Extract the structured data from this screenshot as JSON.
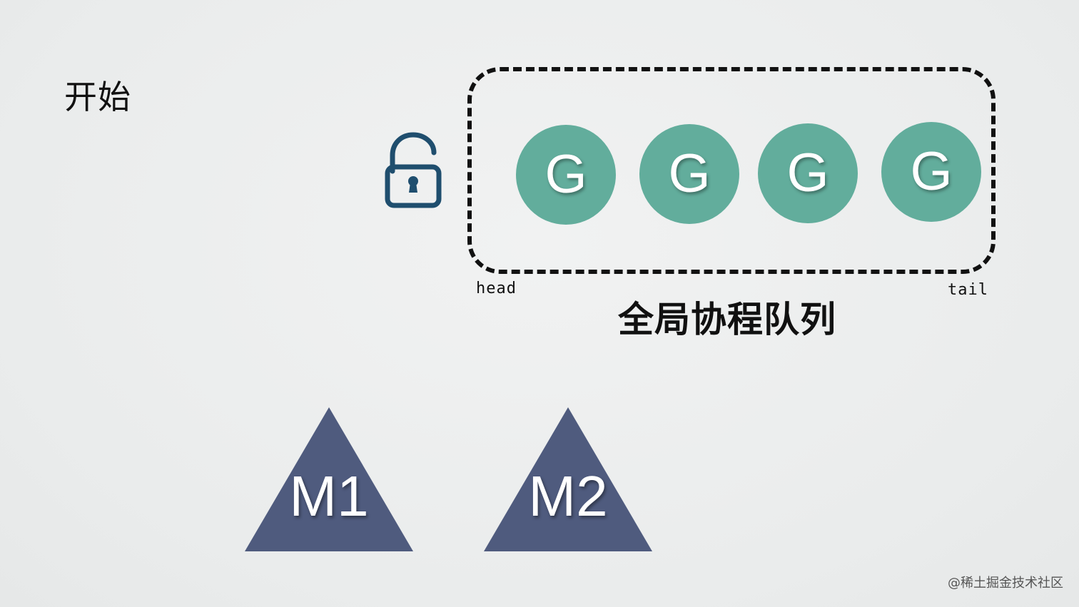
{
  "step_label": "开始",
  "queue": {
    "title": "全局协程队列",
    "head_label": "head",
    "tail_label": "tail",
    "goroutines": [
      "G",
      "G",
      "G",
      "G"
    ],
    "goroutine_color": "#62ad9c"
  },
  "lock": {
    "icon": "unlocked-padlock-icon",
    "state": "unlocked",
    "color": "#1f4e6e"
  },
  "machines": [
    {
      "label": "M1"
    },
    {
      "label": "M2"
    }
  ],
  "machine_color": "#4f5b7e",
  "watermark": "@稀土掘金技术社区"
}
